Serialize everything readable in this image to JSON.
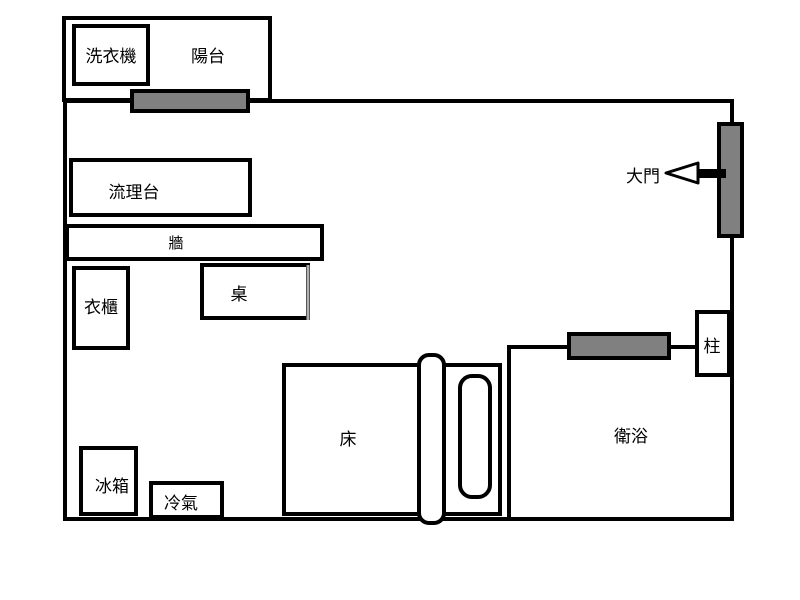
{
  "colors": {
    "line": "#000000",
    "fill": "#ffffff",
    "door_fill": "#808080",
    "wall_edge": "#b0b0b0"
  },
  "rooms": {
    "balcony": "陽台",
    "bathroom": "衛浴"
  },
  "fixtures": {
    "washing_machine": "洗衣機",
    "counter": "流理台",
    "wall": "牆",
    "desk": "桌",
    "wardrobe": "衣櫃",
    "fridge": "冰箱",
    "air_conditioner": "冷氣",
    "bed": "床",
    "pillar": "柱"
  },
  "entrance": {
    "label": "大門",
    "arrow_icon": "arrow-left-icon"
  }
}
